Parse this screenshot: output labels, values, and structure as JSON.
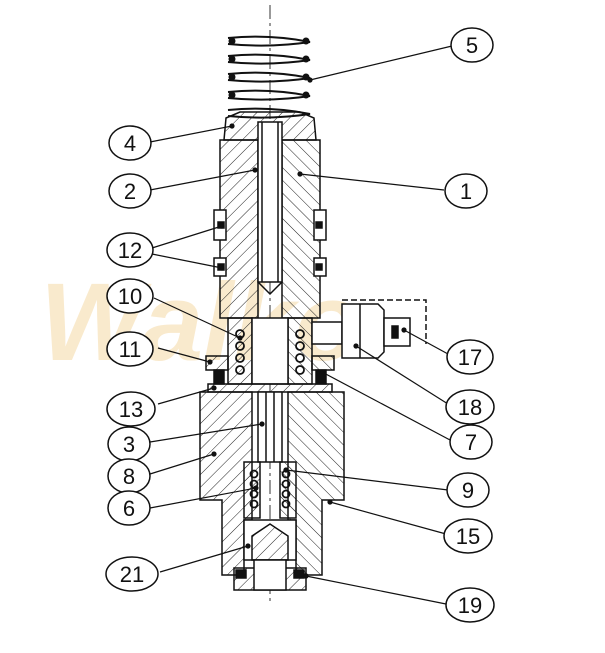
{
  "watermark": "Walko",
  "callouts": [
    {
      "id": "5",
      "label": "5"
    },
    {
      "id": "4",
      "label": "4"
    },
    {
      "id": "2",
      "label": "2"
    },
    {
      "id": "1",
      "label": "1"
    },
    {
      "id": "12",
      "label": "12"
    },
    {
      "id": "10",
      "label": "10"
    },
    {
      "id": "11",
      "label": "11"
    },
    {
      "id": "13",
      "label": "13"
    },
    {
      "id": "3",
      "label": "3"
    },
    {
      "id": "8",
      "label": "8"
    },
    {
      "id": "6",
      "label": "6"
    },
    {
      "id": "21",
      "label": "21"
    },
    {
      "id": "17",
      "label": "17"
    },
    {
      "id": "18",
      "label": "18"
    },
    {
      "id": "7",
      "label": "7"
    },
    {
      "id": "9",
      "label": "9"
    },
    {
      "id": "15",
      "label": "15"
    },
    {
      "id": "19",
      "label": "19"
    }
  ]
}
